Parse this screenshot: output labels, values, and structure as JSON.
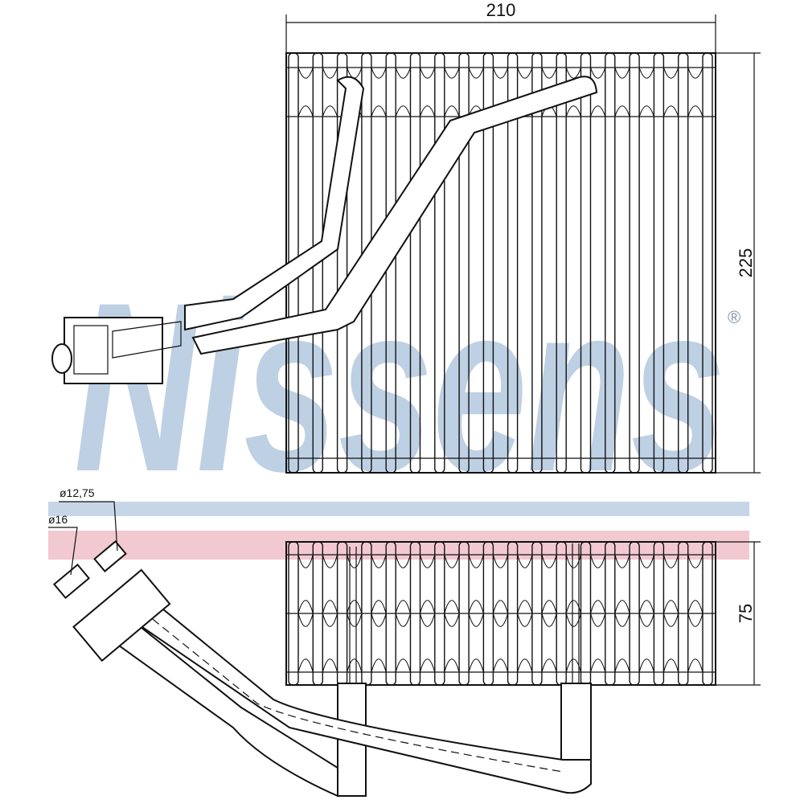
{
  "dimensions": {
    "width": "210",
    "height": "225",
    "depth": "75",
    "diameter_small": "ø12,75",
    "diameter_large": "ø16"
  },
  "watermark": {
    "brand": "Nissens",
    "registered_mark": "®",
    "stripe_blue": "#c7d6e7",
    "stripe_red": "#f2c9d0",
    "letter_color": "#b7cbe0"
  }
}
